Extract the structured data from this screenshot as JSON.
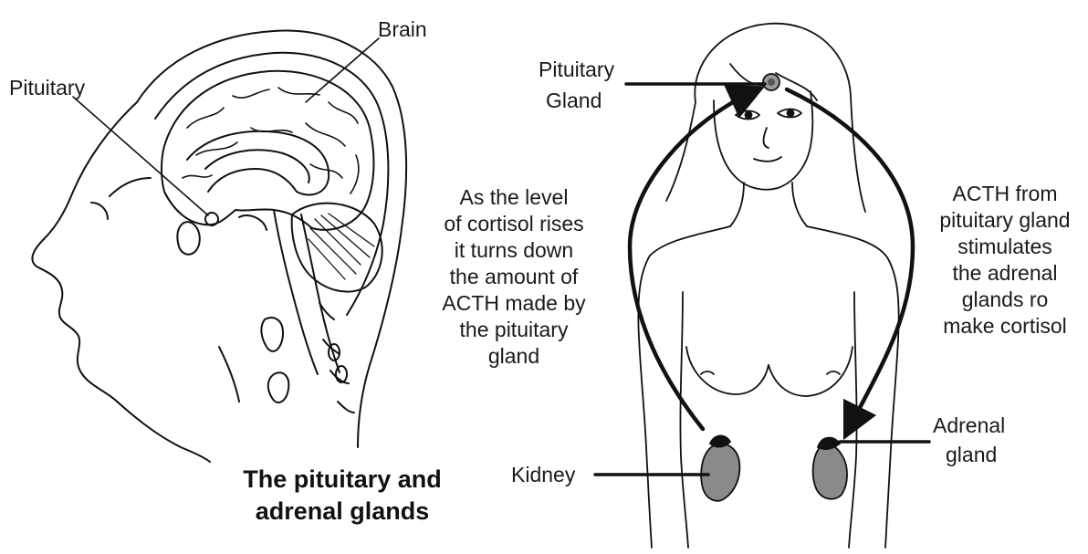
{
  "head_labels": {
    "pituitary": "Pituitary",
    "brain": "Brain"
  },
  "body_labels": {
    "pituitary_gland": [
      "Pituitary",
      "Gland"
    ],
    "kidney": "Kidney",
    "adrenal_gland": [
      "Adrenal",
      "gland"
    ]
  },
  "feedback_text": [
    "As the level",
    "of cortisol rises",
    "it turns down",
    "the amount of",
    "ACTH made by",
    "the pituitary",
    "gland"
  ],
  "acth_text": [
    "ACTH from",
    "pituitary gland",
    "stimulates",
    "the adrenal",
    "glands ro",
    "make cortisol"
  ],
  "caption": [
    "The pituitary and",
    "adrenal glands"
  ],
  "colors": {
    "line": "#111111",
    "kidney_fill": "#8a8a8a",
    "adrenal_fill": "#111111",
    "pituitary_fill": "#9a9a9a"
  }
}
